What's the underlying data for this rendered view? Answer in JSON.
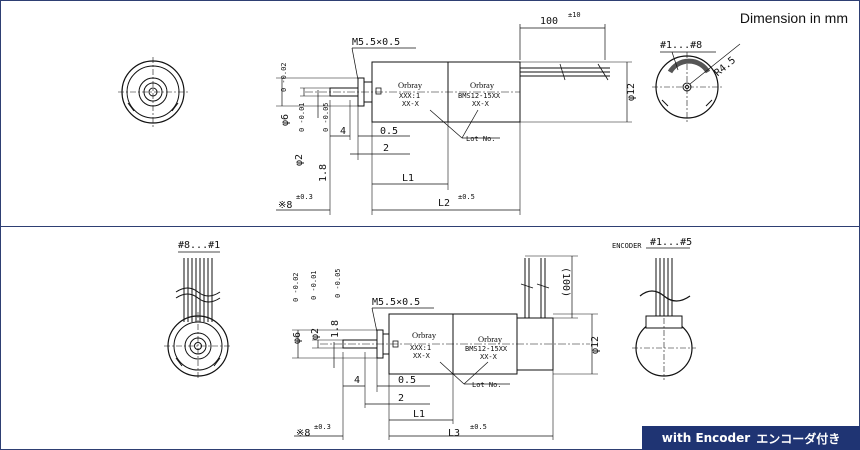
{
  "header": {
    "units_note": "Dimension in mm"
  },
  "badge": {
    "en": "with Encoder",
    "jp": "エンコーダ付き"
  },
  "top": {
    "thread": "M5.5×0.5",
    "len_lead": "100",
    "len_lead_tol": "±10",
    "pins": "#1...#8",
    "radius": "R4.5",
    "dia_body": "φ12",
    "dia_shaft_outer": "φ6",
    "dia_shaft_outer_tol": "0 -0.02",
    "dia_shaft": "φ2",
    "dia_shaft_tol": "0 -0.01",
    "dia_boss": "1.8",
    "dia_boss_tol": "0 -0.05",
    "d4": "4",
    "d05": "0.5",
    "d2": "2",
    "L1": "L1",
    "L2": "L2",
    "L2_tol": "±0.5",
    "star8": "※8",
    "star8_tol": "±0.3",
    "lot": "Lot No.",
    "brand1": "Orbray",
    "brand2": "Orbray",
    "model1a": "XXX:1",
    "model1b": "XX-X",
    "model2a": "BMS12-15XX",
    "model2b": "XX-X"
  },
  "bottom": {
    "pins": "#8...#1",
    "encoder": "ENCODER",
    "enc_pins": "#1...#5",
    "thread": "M5.5×0.5",
    "len_lead": "(100)",
    "dia_body": "φ12",
    "dia_shaft_outer": "φ6",
    "dia_shaft_outer_tol": "0 -0.02",
    "dia_shaft": "φ2",
    "dia_shaft_tol": "0 -0.01",
    "dia_boss": "1.8",
    "dia_boss_tol": "0 -0.05",
    "d4": "4",
    "d05": "0.5",
    "d2": "2",
    "L1": "L1",
    "L3": "L3",
    "L3_tol": "±0.5",
    "star8": "※8",
    "star8_tol": "±0.3",
    "lot": "Lot No.",
    "brand1": "Orbray",
    "brand2": "Orbray",
    "model1a": "XXX:1",
    "model1b": "XX-X",
    "model2a": "BMS12-15XX",
    "model2b": "XX-X"
  }
}
